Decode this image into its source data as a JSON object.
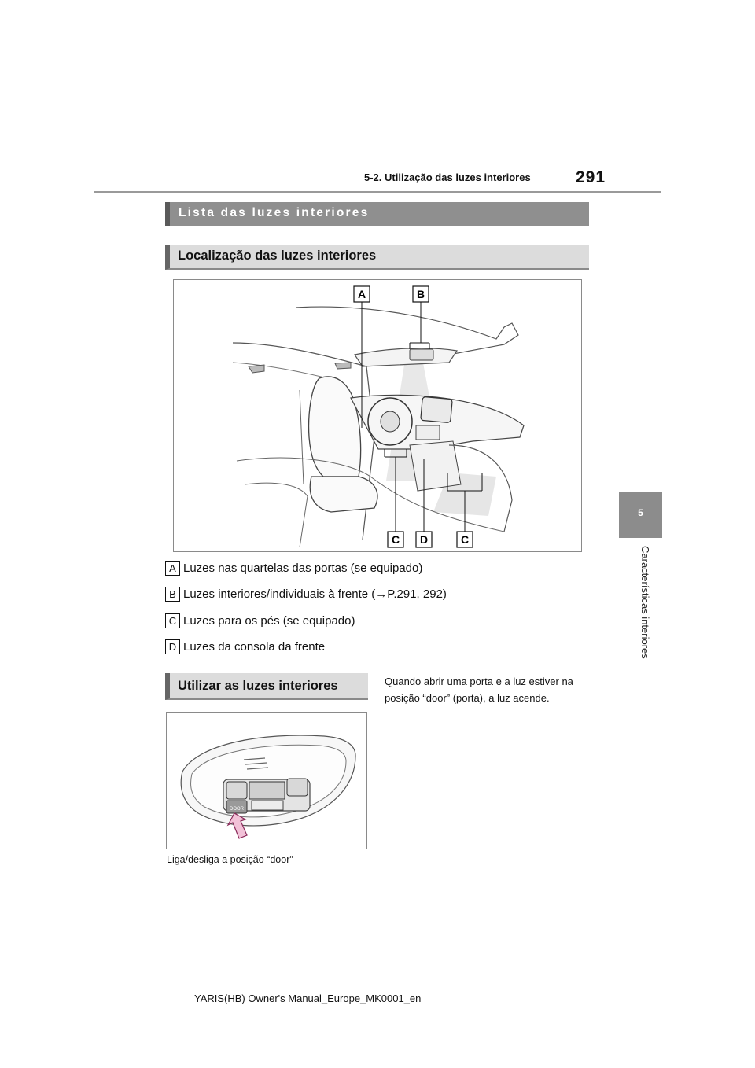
{
  "header": {
    "section": "5-2. Utilização das luzes interiores",
    "page_number": "291"
  },
  "chapter_tab": {
    "number": "5",
    "title": "Características interiores"
  },
  "section_title": "Lista das luzes interiores",
  "location": {
    "heading": "Localização das luzes interiores",
    "callouts": [
      "A",
      "B",
      "C",
      "D",
      "C"
    ],
    "legend": [
      {
        "key": "A",
        "text": "Luzes nas quartelas das portas (se equipado)"
      },
      {
        "key": "B",
        "text": "Luzes interiores/individuais à frente (→P.291, 292)"
      },
      {
        "key": "C",
        "text": "Luzes para os pés (se equipado)"
      },
      {
        "key": "D",
        "text": "Luzes da consola da frente"
      }
    ]
  },
  "use": {
    "heading": "Utilizar as luzes interiores",
    "text": "Quando abrir uma porta e a luz estiver na posição “door” (porta), a luz acende.",
    "panel_label": "DOOR",
    "caption": "Liga/desliga a posição “door”"
  },
  "footer": "YARIS(HB) Owner's Manual_Europe_MK0001_en"
}
